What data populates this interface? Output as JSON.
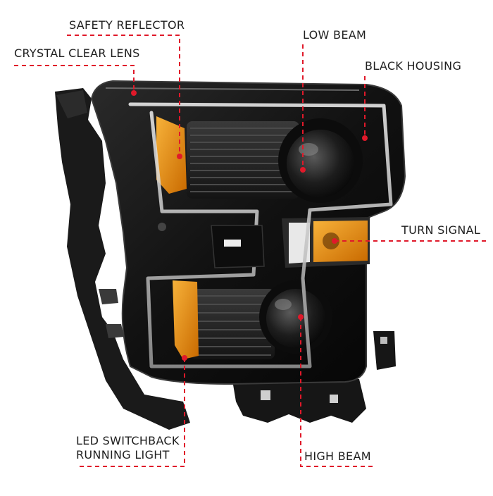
{
  "callouts": {
    "safety_reflector": "SAFETY REFLECTOR",
    "crystal_clear_lens": "CRYSTAL CLEAR LENS",
    "low_beam": "LOW BEAM",
    "black_housing": "BLACK HOUSING",
    "turn_signal": "TURN SIGNAL",
    "led_switchback_line1": "LED SWITCHBACK",
    "led_switchback_line2": "RUNNING LIGHT",
    "high_beam": "HIGH BEAM"
  },
  "colors": {
    "background": "#ffffff",
    "callout_red": "#e0192a",
    "housing_black": "#141414",
    "amber": "#e88a10",
    "drl_white": "#d9d9d9"
  }
}
